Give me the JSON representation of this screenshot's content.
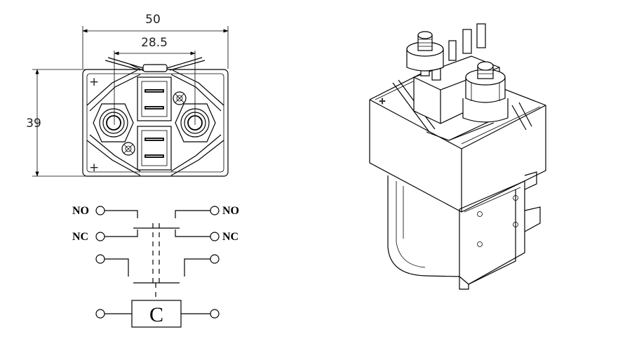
{
  "dimensions": {
    "width": "50",
    "terminal_spacing": "28.5",
    "height": "39"
  },
  "top_view": {
    "plus_mark_top": "+",
    "plus_mark_bottom": "+"
  },
  "schematic": {
    "left_labels": [
      "NO",
      "NC"
    ],
    "right_labels": [
      "NO",
      "NC"
    ],
    "coil_label": "C"
  },
  "colors": {
    "line": "#000000",
    "background": "#ffffff"
  }
}
